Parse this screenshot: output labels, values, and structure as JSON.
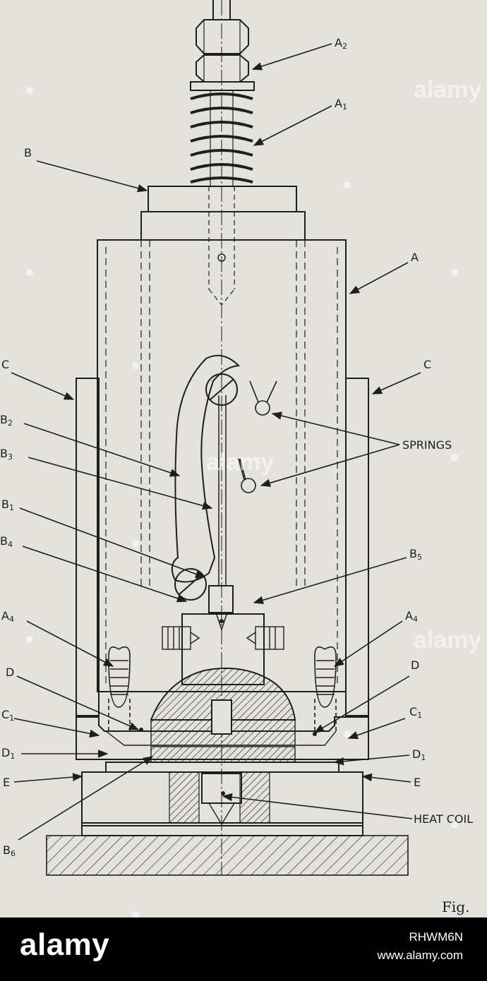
{
  "diagram": {
    "labels": {
      "a2": {
        "main": "A",
        "sub": "2"
      },
      "a1": {
        "main": "A",
        "sub": "1"
      },
      "b": {
        "main": "B",
        "sub": ""
      },
      "a": {
        "main": "A",
        "sub": ""
      },
      "c_left": {
        "main": "C",
        "sub": ""
      },
      "c_right": {
        "main": "C",
        "sub": ""
      },
      "b2": {
        "main": "B",
        "sub": "2"
      },
      "b3": {
        "main": "B",
        "sub": "3"
      },
      "springs": {
        "main": "SPRINGS",
        "sub": ""
      },
      "b1": {
        "main": "B",
        "sub": "1"
      },
      "b4": {
        "main": "B",
        "sub": "4"
      },
      "b5": {
        "main": "B",
        "sub": "5"
      },
      "a4_left": {
        "main": "A",
        "sub": "4"
      },
      "a4_right": {
        "main": "A",
        "sub": "4"
      },
      "d_left": {
        "main": "D",
        "sub": ""
      },
      "d_right": {
        "main": "D",
        "sub": ""
      },
      "c1_left": {
        "main": "C",
        "sub": "1"
      },
      "c1_right": {
        "main": "C",
        "sub": "1"
      },
      "d1_left": {
        "main": "D",
        "sub": "1"
      },
      "d1_right": {
        "main": "D",
        "sub": "1"
      },
      "e_left": {
        "main": "E",
        "sub": ""
      },
      "e_right": {
        "main": "E",
        "sub": ""
      },
      "heat_coil": {
        "main": "HEAT COIL",
        "sub": ""
      },
      "b6": {
        "main": "B",
        "sub": "6"
      }
    },
    "caption": "Fig."
  },
  "watermark": {
    "text": "alamy",
    "color": "#ffffff"
  },
  "footer": {
    "logo": "alamy",
    "image_code": "RHWM6N",
    "url": "www.alamy.com"
  },
  "colors": {
    "paper": "#e4e2dc",
    "ink": "#1e1e1e",
    "footer_bg": "#000000"
  }
}
